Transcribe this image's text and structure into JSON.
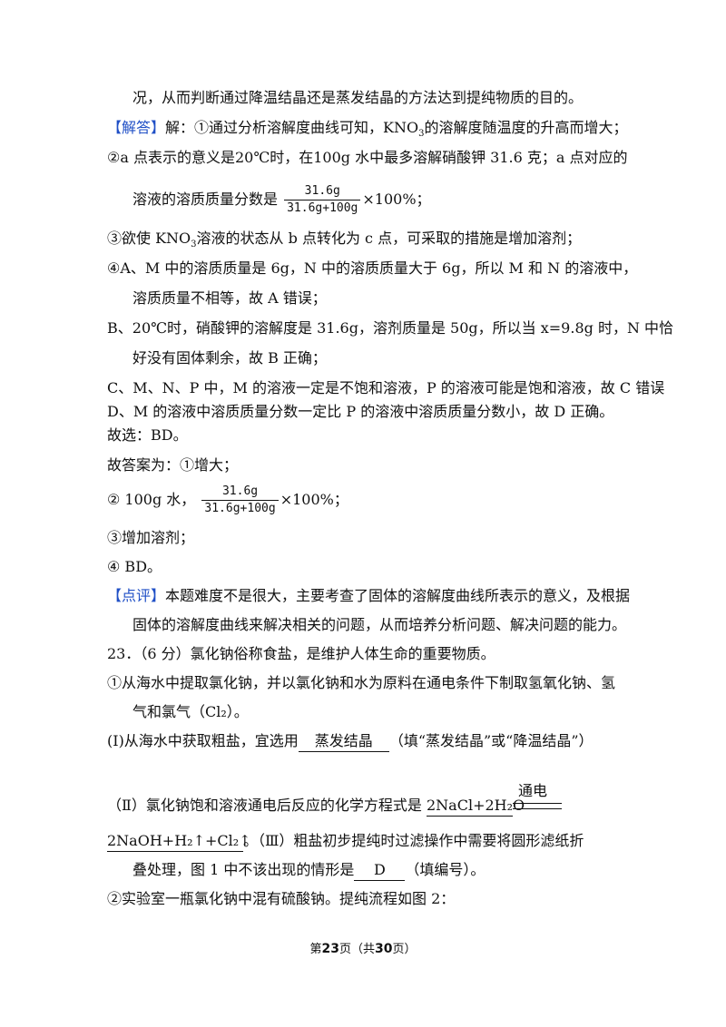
{
  "lines": {
    "l1": "况，从而判断通过降温结晶还是蒸发结晶的方法达到提纯物质的目的。",
    "jieda_tag": "【解答】",
    "l2a": "解：①通过分析溶解度曲线可知，KNO",
    "l2b": "3",
    "l2c": "的溶解度随温度的升高而增大；",
    "l3": "②a 点表示的意义是20℃时，在100g 水中最多溶解硝酸钾 31.6 克；a 点对应的",
    "l4a": "溶液的溶质质量分数是",
    "l4b": "×100%；",
    "l5a": "③欲使 KNO",
    "l5b": "3",
    "l5c": "溶液的状态从 b 点转化为 c 点，可采取的措施是增加溶剂；",
    "l6": "④A、M 中的溶质质量是 6g，N 中的溶质质量大于 6g，所以 M 和 N 的溶液中，",
    "l7": "溶质质量不相等，故 A 错误；",
    "l8": "B、20℃时，硝酸钾的溶解度是 31.6g，溶剂质量是 50g，所以当 x=9.8g 时，N 中恰",
    "l9": "好没有固体剩余，故 B 正确；",
    "l10": "C、M、N、P 中，M 的溶液一定是不饱和溶液，P 的溶液可能是饱和溶液，故 C 错误",
    "l11": "D、M 的溶液中溶质质量分数一定比 P 的溶液中溶质质量分数小，故 D 正确。",
    "l12": "故选：BD。",
    "l13": "故答案为：①增大；",
    "l14a": "② 100g 水，",
    "l14b": "×100%；",
    "l15": "③增加溶剂；",
    "l16": "④ BD。",
    "dianping_tag": "【点评】",
    "l17": "本题难度不是很大，主要考查了固体的溶解度曲线所表示的意义，及根据",
    "l18": "固体的溶解度曲线来解决相关的问题，从而培养分析问题、解决问题的能力。",
    "l19": "23．（6 分）氯化钠俗称食盐，是维护人体生命的重要物质。",
    "l20": "①从海水中提取氯化钠，并以氯化钠和水为原料在通电条件下制取氢氧化钠、氢",
    "l21": "气和氯气（Cl₂）。",
    "l22a": "(Ⅰ)从海水中获取粗盐，宜选用",
    "l22b": "蒸发结晶",
    "l22c": "（填“蒸发结晶”或“降温结晶”）",
    "l23a": "（Ⅱ）氯化钠饱和溶液通电后反应的化学方程式是",
    "l23b": "2NaCl+2H₂O",
    "l23c": "通电",
    "l24a": "2NaOH+H₂↑+Cl₂↑",
    "l24b": "。（Ⅲ）粗盐初步提纯时过滤操作中需要将圆形滤纸折",
    "l25a": "叠处理，图 1 中不该出现的情形是",
    "l25b": "D",
    "l25c": "（填编号）。",
    "l26": "②实验室一瓶氯化钠中混有硫酸钠。提纯流程如图 2："
  },
  "fraction": {
    "numerator": "31.6g",
    "denominator": "31.6g+100g"
  },
  "footer": {
    "pre": "第",
    "page": "23",
    "mid": "页（共",
    "total": "30",
    "post": "页）"
  },
  "colors": {
    "tag": "#1f4fc6"
  }
}
